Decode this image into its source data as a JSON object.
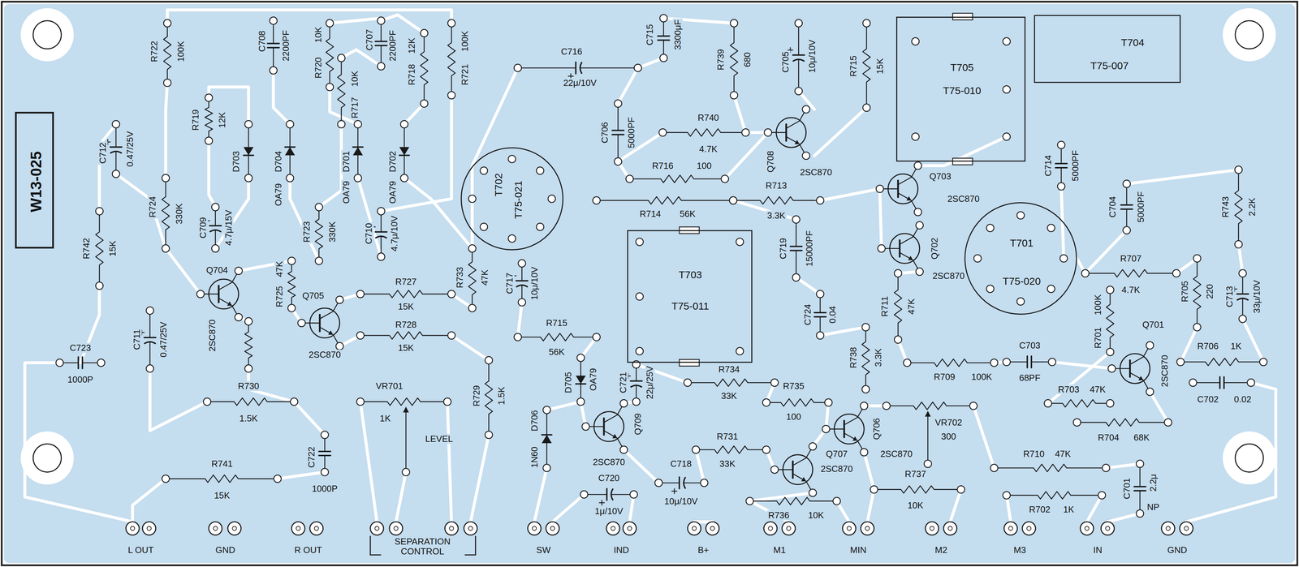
{
  "diagram": {
    "nodes": [
      {
        "text": [
          "W13-025"
        ]
      },
      {
        "text": [
          "T702",
          "T75-021"
        ]
      },
      {
        "text": [
          "T705",
          "T75-010"
        ]
      },
      {
        "text": [
          "T704",
          "T75-007"
        ]
      },
      {
        "text": [
          "T703",
          "T75-011"
        ]
      },
      {
        "text": [
          "T701",
          "T75-020"
        ]
      }
    ],
    "labels": [
      "R722",
      "100K",
      "R719",
      "12K",
      "C708",
      "2200PF",
      "R720",
      "10K",
      "R717",
      "10K",
      "C707",
      "2200PF",
      "R718",
      "12K",
      "R721",
      "100K",
      "D703",
      "D704",
      "OA79",
      "D701",
      "OA79",
      "D702",
      "OA79",
      "C712",
      "0.47/25V",
      "R724",
      "330K",
      "C709",
      "4.7μ/15V",
      "R723",
      "330K",
      "C710",
      "4.7μ/10V",
      "R742",
      "15K",
      "Q704",
      "2SC870",
      "R725",
      "47K",
      "Q705",
      "2SC870",
      "R727",
      "15K",
      "R728",
      "15K",
      "R733",
      "47K",
      "C717",
      "10μ/10V",
      "C711",
      "0.47/25V",
      "C723",
      "1000P",
      "R730",
      "1.5K",
      "VR701",
      "1K",
      "LEVEL",
      "R729",
      "1.5K",
      "R741",
      "15K",
      "C722",
      "1000P",
      "C716",
      "22μ/10V",
      "C715",
      "3300μF",
      "R739",
      "680",
      "C705",
      "10μ/10V",
      "R715",
      "15K",
      "C706",
      "5000PF",
      "R740",
      "4.7K",
      "Q708",
      "2SC870",
      "R716",
      "100",
      "R714",
      "56K",
      "R713",
      "3.3K",
      "Q703",
      "2SC870",
      "Q702",
      "2SC870",
      "C714",
      "5000PF",
      "C704",
      "5000PF",
      "R743",
      "2.2K",
      "C719",
      "15000PF",
      "C724",
      "0.04",
      "R711",
      "47K",
      "R707",
      "4.7K",
      "R705",
      "220",
      "C713",
      "33μ/10V",
      "R715",
      "56K",
      "D705",
      "OA79",
      "C721",
      "22μ/25V",
      "D706",
      "1N60",
      "Q709",
      "2SC870",
      "C720",
      "1μ/10V",
      "C718",
      "10μ/10V",
      "R734",
      "33K",
      "R735",
      "100",
      "R738",
      "3.3K",
      "C703",
      "68PF",
      "R709",
      "100K",
      "R701",
      "100K",
      "Q701",
      "2SC870",
      "R706",
      "1K",
      "C702",
      "0.02",
      "R703",
      "47K",
      "R704",
      "68K",
      "R731",
      "33K",
      "Q707",
      "2SC870",
      "Q706",
      "2SC870",
      "VR702",
      "300",
      "R737",
      "10K",
      "R736",
      "10K",
      "R710",
      "47K",
      "R702",
      "1K",
      "C701",
      "2.2μ",
      "NP",
      "L OUT",
      "GND",
      "R OUT",
      "SEPARATION CONTROL",
      "SW",
      "IND",
      "B+",
      "M1",
      "MIN",
      "M2",
      "M3",
      "IN",
      "GND"
    ]
  }
}
